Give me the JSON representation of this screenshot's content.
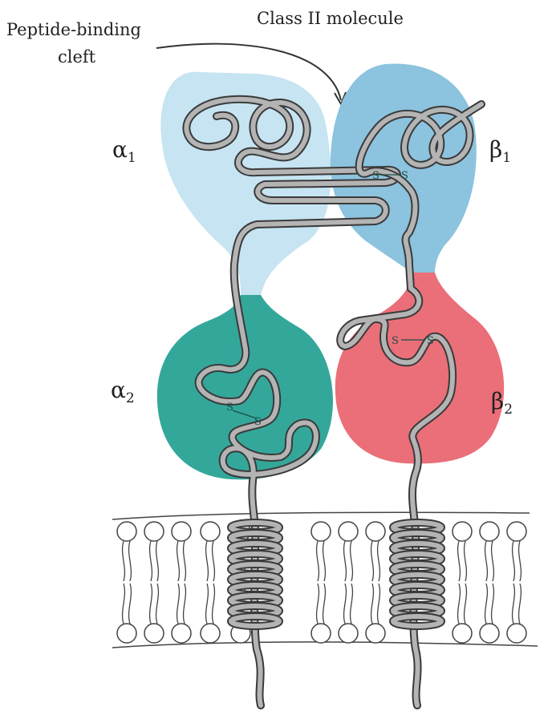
{
  "labels": {
    "title": "Class II molecule",
    "cleft_line1": "Peptide-binding",
    "cleft_line2": "cleft",
    "alpha1": "α",
    "alpha1_sub": "1",
    "alpha2": "α",
    "alpha2_sub": "2",
    "beta1": "β",
    "beta1_sub": "1",
    "beta2": "β",
    "beta2_sub": "2",
    "disulfide_s": "S"
  },
  "colors": {
    "alpha1": "#c6e4f2",
    "alpha2": "#34a79b",
    "beta1": "#8cc3de",
    "beta2": "#ea6f79",
    "chain": "#b4b4b4",
    "chain_outline": "#3a3a3a",
    "membrane_line": "#444444"
  }
}
